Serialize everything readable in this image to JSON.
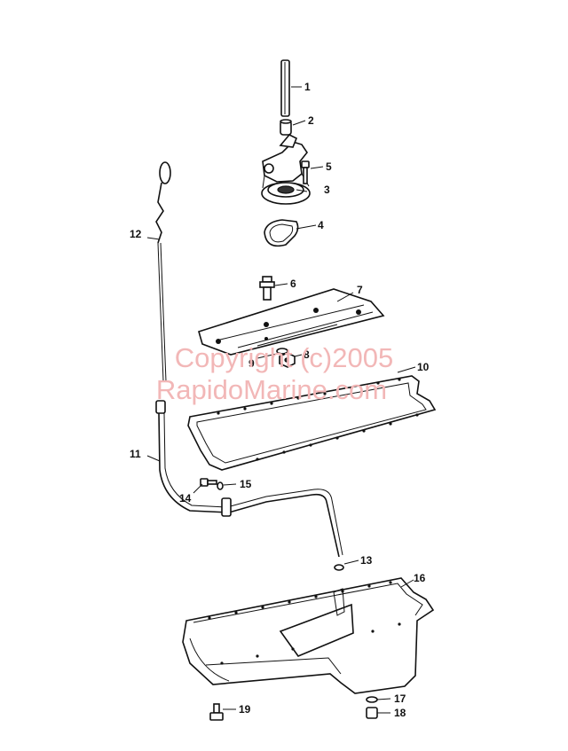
{
  "watermark": {
    "line1": "Copyright (c)2005",
    "line2": "RapidoMarine.com",
    "color": "#f2b7b7"
  },
  "callouts": [
    "1",
    "2",
    "3",
    "4",
    "5",
    "6",
    "7",
    "8",
    "9",
    "10",
    "11",
    "12",
    "13",
    "14",
    "15",
    "16",
    "17",
    "18",
    "19"
  ]
}
